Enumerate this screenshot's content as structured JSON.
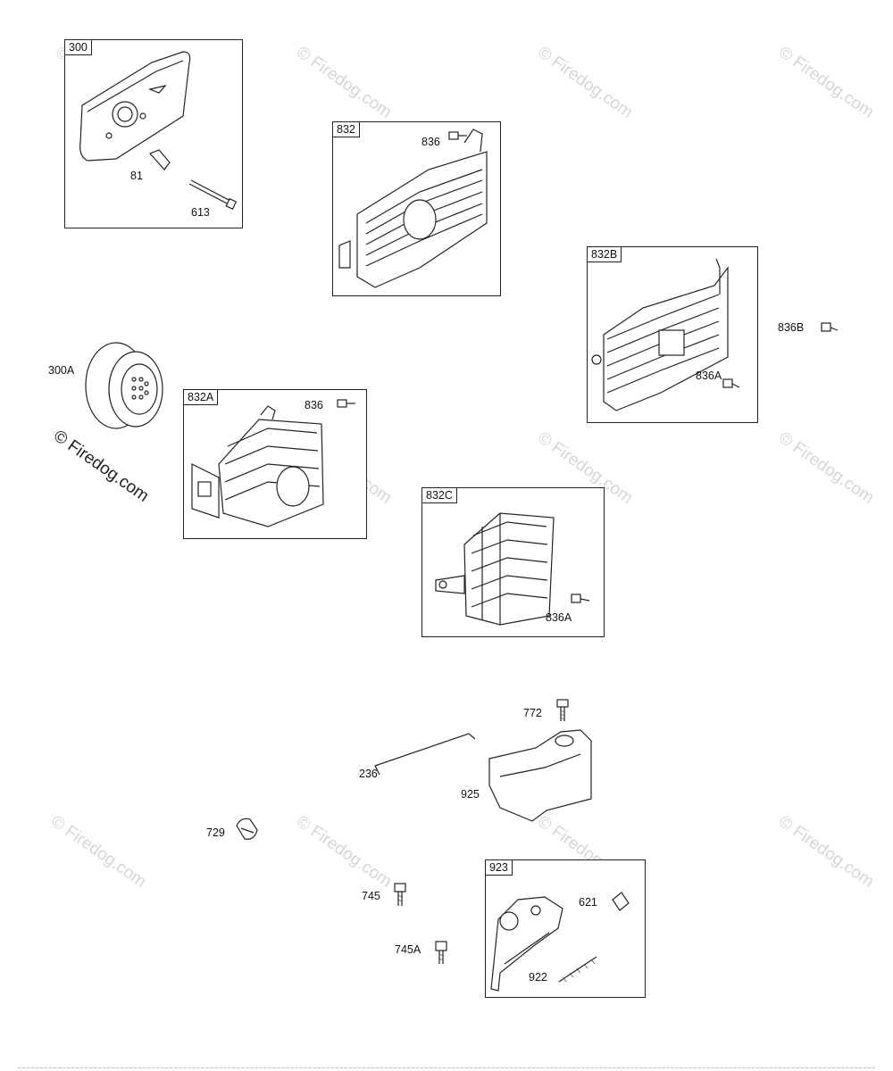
{
  "watermark": "© Firedog.com",
  "parts": {
    "p300": "300",
    "p81": "81",
    "p613": "613",
    "p300A": "300A",
    "p832": "832",
    "p836_top": "836",
    "p832A": "832A",
    "p836_a": "836",
    "p832B": "832B",
    "p836A_b": "836A",
    "p836B": "836B",
    "p832C": "832C",
    "p836A_c": "836A",
    "p772": "772",
    "p236": "236",
    "p925": "925",
    "p729": "729",
    "p745": "745",
    "p745A": "745A",
    "p923": "923",
    "p621": "621",
    "p922": "922"
  }
}
